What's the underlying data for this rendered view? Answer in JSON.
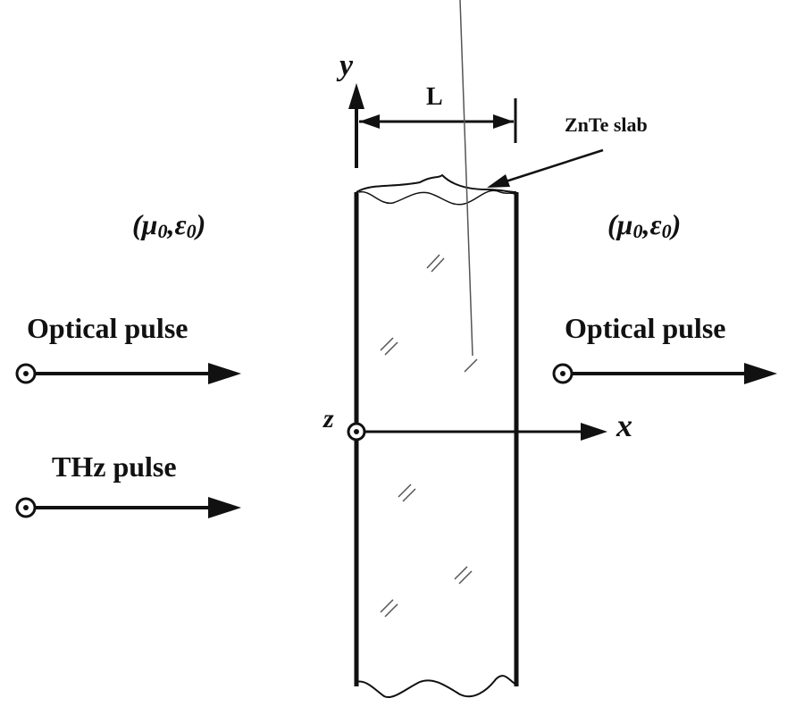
{
  "labels": {
    "y_axis": "y",
    "x_axis": "x",
    "z_axis": "z",
    "thickness": "L",
    "slab_name": "ZnTe slab",
    "medium_left": "(μ0,ε0)",
    "medium_right": "(μ0,ε0)",
    "optical_left": "Optical pulse",
    "thz_left": "THz pulse",
    "optical_right": "Optical pulse"
  },
  "medium": {
    "mu_symbol": "μ",
    "eps_symbol": "ε",
    "subscript": "0",
    "open": "(",
    "comma": ",",
    "close": ")"
  },
  "colors": {
    "ink": "#111111",
    "background": "#ffffff"
  }
}
